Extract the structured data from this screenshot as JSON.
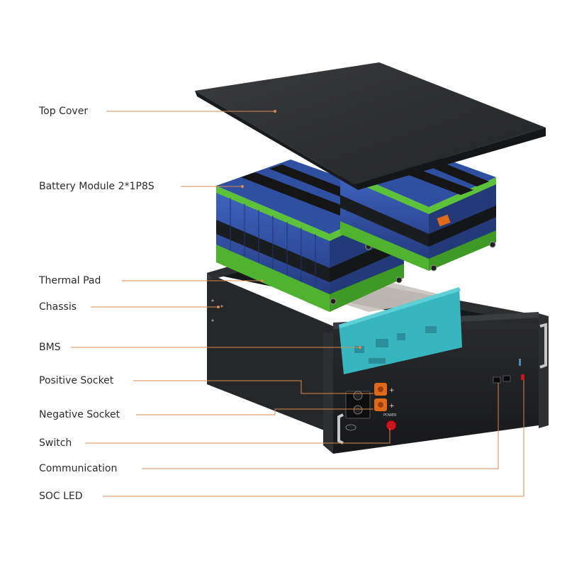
{
  "labels": {
    "top_cover": "Top Cover",
    "battery_module": "Battery Module 2*1P8S",
    "thermal_pad": "Thermal Pad",
    "chassis": "Chassis",
    "bms": "BMS",
    "positive_socket": "Positive Socket",
    "negative_socket": "Negative Socket",
    "switch": "Switch",
    "communication": "Communication",
    "soc_led": "SOC LED"
  },
  "panel": {
    "power_text": "POWER",
    "plus_sign": "+"
  },
  "colors": {
    "leader_line": "#d9884f",
    "label_text": "#2b2b2b",
    "cover": "#2f3032",
    "chassis": "#1f2022",
    "cell_blue": "#2f4fa0",
    "tray_green": "#5cc23a",
    "bms_board": "#37b6c0",
    "thermal_pad": "#c9c3bd",
    "socket_orange": "#e06a1c",
    "switch_red": "#c8161d"
  }
}
